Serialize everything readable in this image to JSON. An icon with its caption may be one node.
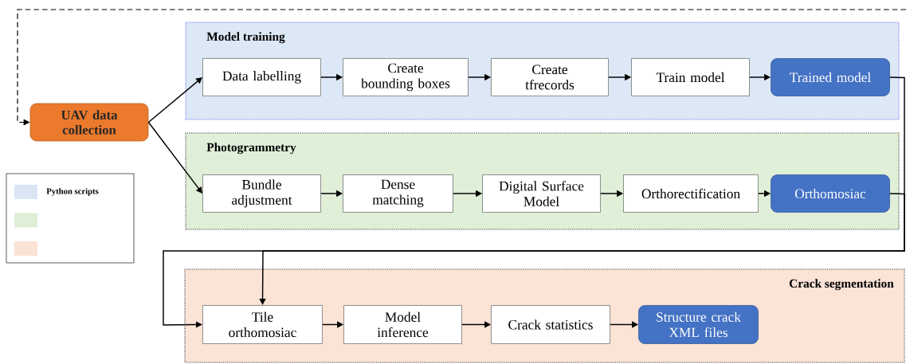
{
  "diagram": {
    "nodes": [
      {
        "text": [
          "Model training"
        ]
      },
      {
        "text": [
          "Photogrammetry"
        ]
      },
      {
        "text": [
          "Crack segmentation"
        ]
      },
      {
        "text": [
          "UAV data collection"
        ]
      },
      {
        "text": [
          "Data labelling"
        ],
        "in": 0
      },
      {
        "text": [
          "Create bounding boxes"
        ],
        "in": 0
      },
      {
        "text": [
          "Create tfrecords"
        ],
        "in": 0
      },
      {
        "text": [
          "Train model"
        ],
        "in": 0
      },
      {
        "text": [
          "Trained model"
        ],
        "in": 0
      },
      {
        "text": [
          "Bundle adjustment"
        ],
        "in": 1
      },
      {
        "text": [
          "Dense matching"
        ],
        "in": 1
      },
      {
        "text": [
          "Digital Surface Model"
        ],
        "in": 1
      },
      {
        "text": [
          "Orthorectification"
        ],
        "in": 1
      },
      {
        "text": [
          "Orthomosiac"
        ],
        "in": 1
      },
      {
        "text": [
          "Tile orthomosiac"
        ],
        "in": 2
      },
      {
        "text": [
          "Model inference"
        ],
        "in": 2
      },
      {
        "text": [
          "Crack statistics"
        ],
        "in": 2
      },
      {
        "text": [
          "Structure crack XML files"
        ],
        "in": 2
      }
    ],
    "edges": [
      {
        "from": 3,
        "to": 4,
        "arrow": "to"
      },
      {
        "from": 3,
        "to": 9,
        "arrow": "to"
      },
      {
        "from": 4,
        "to": 5,
        "arrow": "to"
      },
      {
        "from": 5,
        "to": 6,
        "arrow": "to"
      },
      {
        "from": 6,
        "to": 7,
        "arrow": "to"
      },
      {
        "from": 7,
        "to": 8,
        "arrow": "to"
      },
      {
        "from": 9,
        "to": 10,
        "arrow": "to"
      },
      {
        "from": 10,
        "to": 11,
        "arrow": "to"
      },
      {
        "from": 11,
        "to": 12,
        "arrow": "to"
      },
      {
        "from": 12,
        "to": 13,
        "arrow": "to"
      },
      {
        "from": 8,
        "to": 14,
        "arrow": "to"
      },
      {
        "from": 13,
        "to": 14,
        "arrow": "to"
      },
      {
        "from": 14,
        "to": 15,
        "arrow": "to"
      },
      {
        "from": 15,
        "to": 16,
        "arrow": "to"
      },
      {
        "from": 16,
        "to": 17,
        "arrow": "to"
      },
      {
        "from": null,
        "to": 3,
        "arrow": "to",
        "style": "dashed"
      }
    ],
    "legend": [
      {
        "text": "Python scripts",
        "color": "#dae6f4"
      }
    ]
  }
}
